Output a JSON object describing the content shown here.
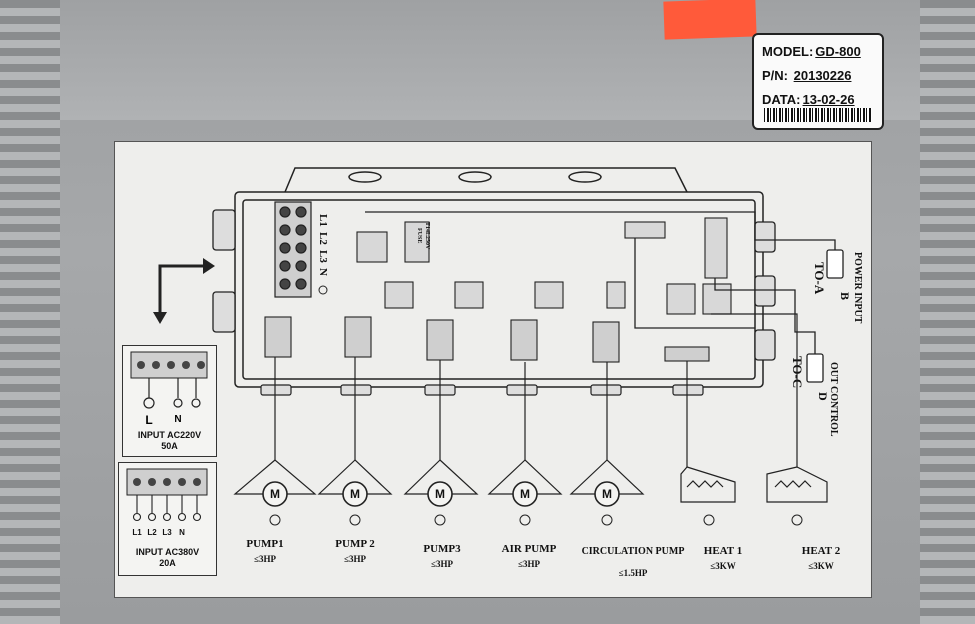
{
  "nameplate": {
    "model_label": "MODEL:",
    "model_value": "GD-800",
    "pn_label": "P/N:",
    "pn_value": "20130226",
    "data_label": "DATA:",
    "data_value": "13-02-26"
  },
  "terminals_top": [
    "L1",
    "L2",
    "L3",
    "N"
  ],
  "fuse_labels": [
    "FUSE",
    "T14L250V"
  ],
  "input_220": {
    "caption_line1": "INPUT AC220V",
    "caption_line2": "50A",
    "l": "L",
    "n": "N"
  },
  "input_380": {
    "caption_line1": "INPUT AC380V",
    "caption_line2": "20A",
    "terms": [
      "L1",
      "L2",
      "L3",
      "N"
    ]
  },
  "right_labels": {
    "power_input": "POWER INPUT",
    "b": "B",
    "to_a": "TO-A",
    "out_control": "OUT CONTROL",
    "d": "D",
    "to_c": "TO-C"
  },
  "motor_symbol": "M",
  "loads": [
    {
      "name": "PUMP1",
      "rating": "≤3HP"
    },
    {
      "name": "PUMP 2",
      "rating": "≤3HP"
    },
    {
      "name": "PUMP3",
      "rating": "≤3HP"
    },
    {
      "name": "AIR PUMP",
      "rating": "≤3HP"
    },
    {
      "name": "CIRCULATION PUMP",
      "rating": "≤1.5HP"
    },
    {
      "name": "HEAT 1",
      "rating": "≤3KW"
    },
    {
      "name": "HEAT 2",
      "rating": "≤3KW"
    }
  ]
}
